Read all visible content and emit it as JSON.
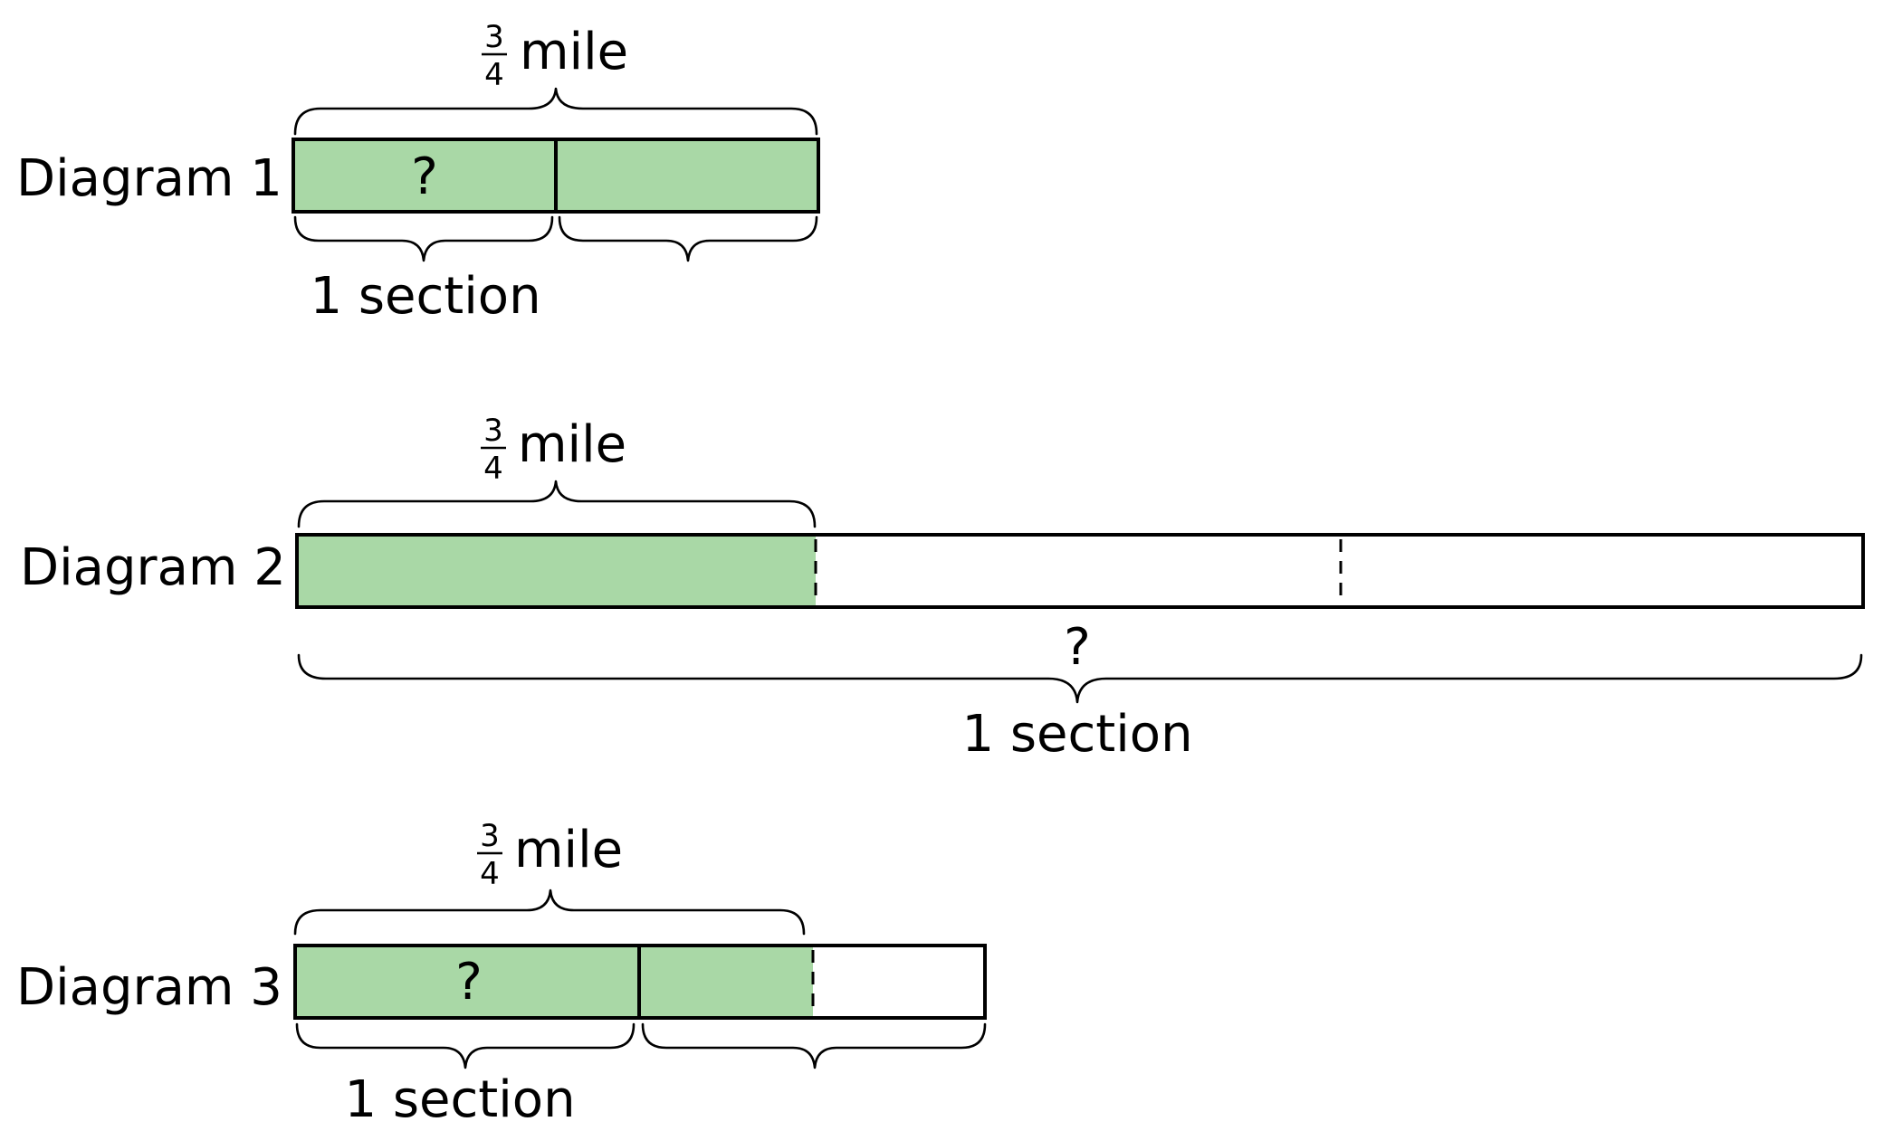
{
  "colors": {
    "shaded": "#a9d8a6",
    "unshaded": "#ffffff",
    "stroke": "#000000"
  },
  "fraction": {
    "numerator": "3",
    "denominator": "4"
  },
  "diagrams": [
    {
      "label": "Diagram 1",
      "unit_label": "mile",
      "question_mark": "?",
      "section_label": "1 section"
    },
    {
      "label": "Diagram 2",
      "unit_label": "mile",
      "question_mark": "?",
      "section_label": "1 section"
    },
    {
      "label": "Diagram 3",
      "unit_label": "mile",
      "question_mark": "?",
      "section_label": "1 section"
    }
  ]
}
